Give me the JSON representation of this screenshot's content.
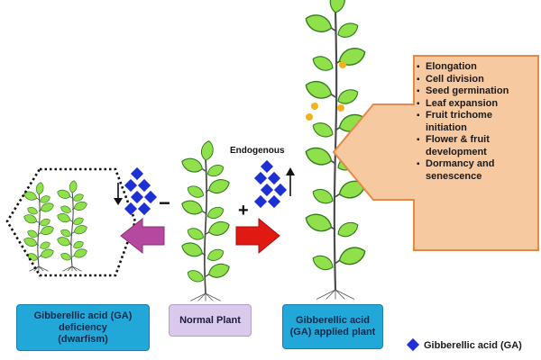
{
  "labels": {
    "dwarf": [
      "Gibberellic acid (GA)",
      "deficiency",
      "(dwarfism)"
    ],
    "normal": "Normal Plant",
    "applied": [
      "Gibberellic acid",
      "(GA) applied plant"
    ],
    "endogenous": "Endogenous",
    "minus": "−",
    "plus": "+"
  },
  "effects": [
    [
      "Elongation"
    ],
    [
      "Cell division"
    ],
    [
      "Seed germination"
    ],
    [
      "Leaf expansion"
    ],
    [
      "Fruit trichome",
      "initiation"
    ],
    [
      "Flower & fruit",
      "development"
    ],
    [
      "Dormancy and",
      "senescence"
    ]
  ],
  "legend": {
    "icon": "blue-diamond-icon",
    "label": "Gibberellic acid (GA)"
  },
  "colors": {
    "leaf": "#8fe04a",
    "leaf_stroke": "#2f7a1c",
    "ga_diamond": "#1f2fd6",
    "info_box": "#f7c9a1",
    "info_box_stroke": "#e48a45",
    "arrow_left": "#b6489f",
    "arrow_right": "#e01a12",
    "label_box_blue": "#22a8d8",
    "label_box_purple": "#d9c9ea",
    "fruit": "#f2b21c"
  }
}
